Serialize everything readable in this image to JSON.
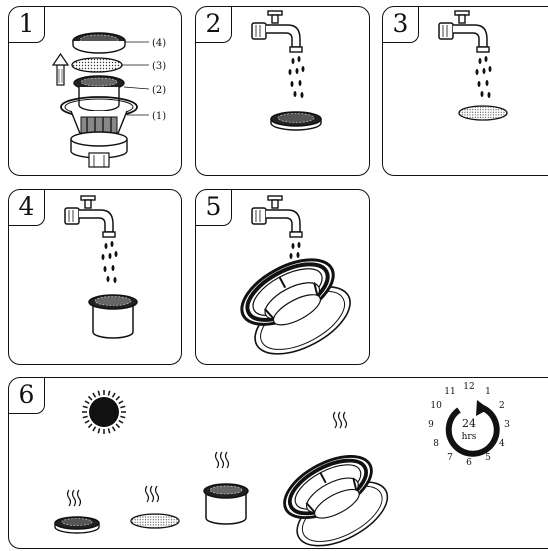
{
  "steps": [
    {
      "number": "1"
    },
    {
      "number": "2"
    },
    {
      "number": "3"
    },
    {
      "number": "4"
    },
    {
      "number": "5"
    },
    {
      "number": "6"
    }
  ],
  "part_labels": [
    "(4)",
    "(3)",
    "(2)",
    "(1)"
  ],
  "clock": {
    "center_top": "24",
    "center_bottom": "hrs",
    "numbers": [
      "12",
      "1",
      "2",
      "3",
      "4",
      "5",
      "6",
      "7",
      "8",
      "9",
      "10",
      "11"
    ]
  },
  "icons": [
    "faucet-icon",
    "water-drops-icon",
    "sun-icon",
    "steam-icon",
    "clock-icon",
    "arrow-up-icon"
  ]
}
